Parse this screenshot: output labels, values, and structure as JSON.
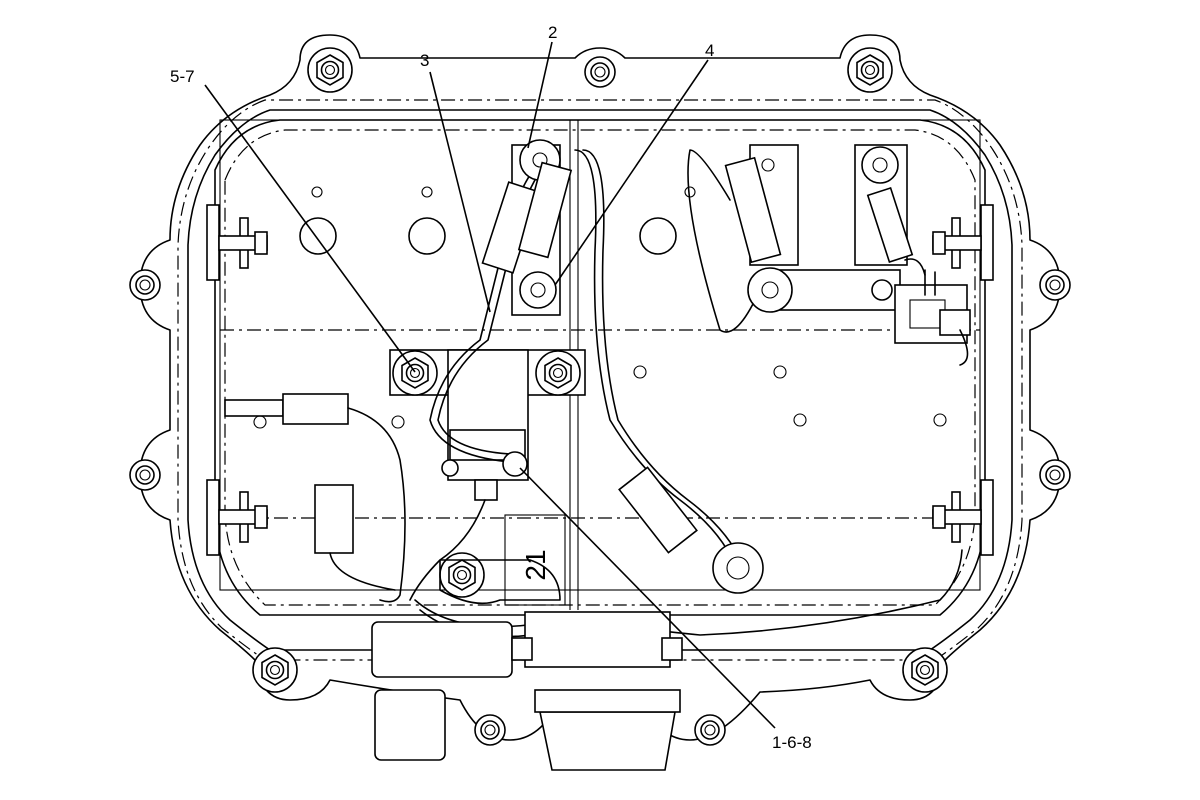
{
  "callouts": [
    {
      "id": "5-7",
      "label": "5-7"
    },
    {
      "id": "3",
      "label": "3"
    },
    {
      "id": "2",
      "label": "2"
    },
    {
      "id": "4",
      "label": "4"
    },
    {
      "id": "1-6-8",
      "label": "1-6-8"
    }
  ],
  "part_marking": "21"
}
